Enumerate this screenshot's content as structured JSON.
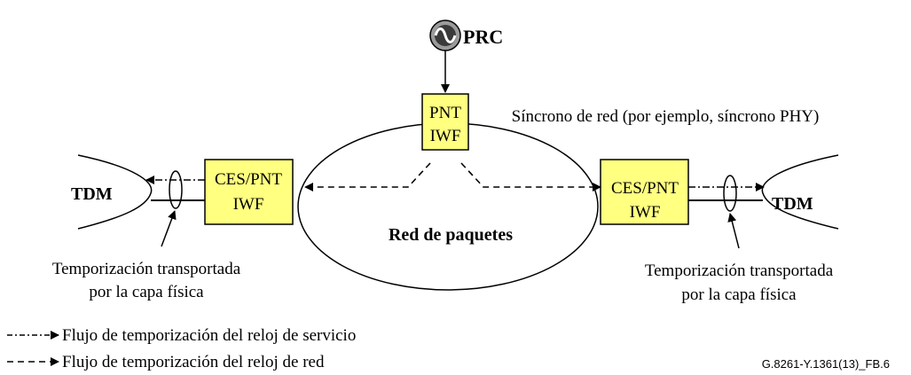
{
  "prc": {
    "label": "PRC",
    "icon": "sine-wave-oscillator-icon"
  },
  "pnt_iwf": {
    "line1": "PNT",
    "line2": "IWF"
  },
  "left_iwf": {
    "line1": "CES/PNT",
    "line2": "IWF"
  },
  "right_iwf": {
    "line1": "CES/PNT",
    "line2": "IWF"
  },
  "left_tdm": "TDM",
  "right_tdm": "TDM",
  "packet_network": "Red de paquetes",
  "sync_note": "Síncrono de red (por ejemplo, síncrono PHY)",
  "left_timing": {
    "line1": "Temporización transportada",
    "line2": "por la capa física"
  },
  "right_timing": {
    "line1": "Temporización transportada",
    "line2": "por la capa física"
  },
  "legend": {
    "service_clock": "Flujo de temporización del reloj de servicio",
    "network_clock": "Flujo de temporización del reloj de red"
  },
  "figure_id": "G.8261-Y.1361(13)_FB.6",
  "colors": {
    "box_fill": "#ffff80",
    "stroke": "#000000"
  }
}
